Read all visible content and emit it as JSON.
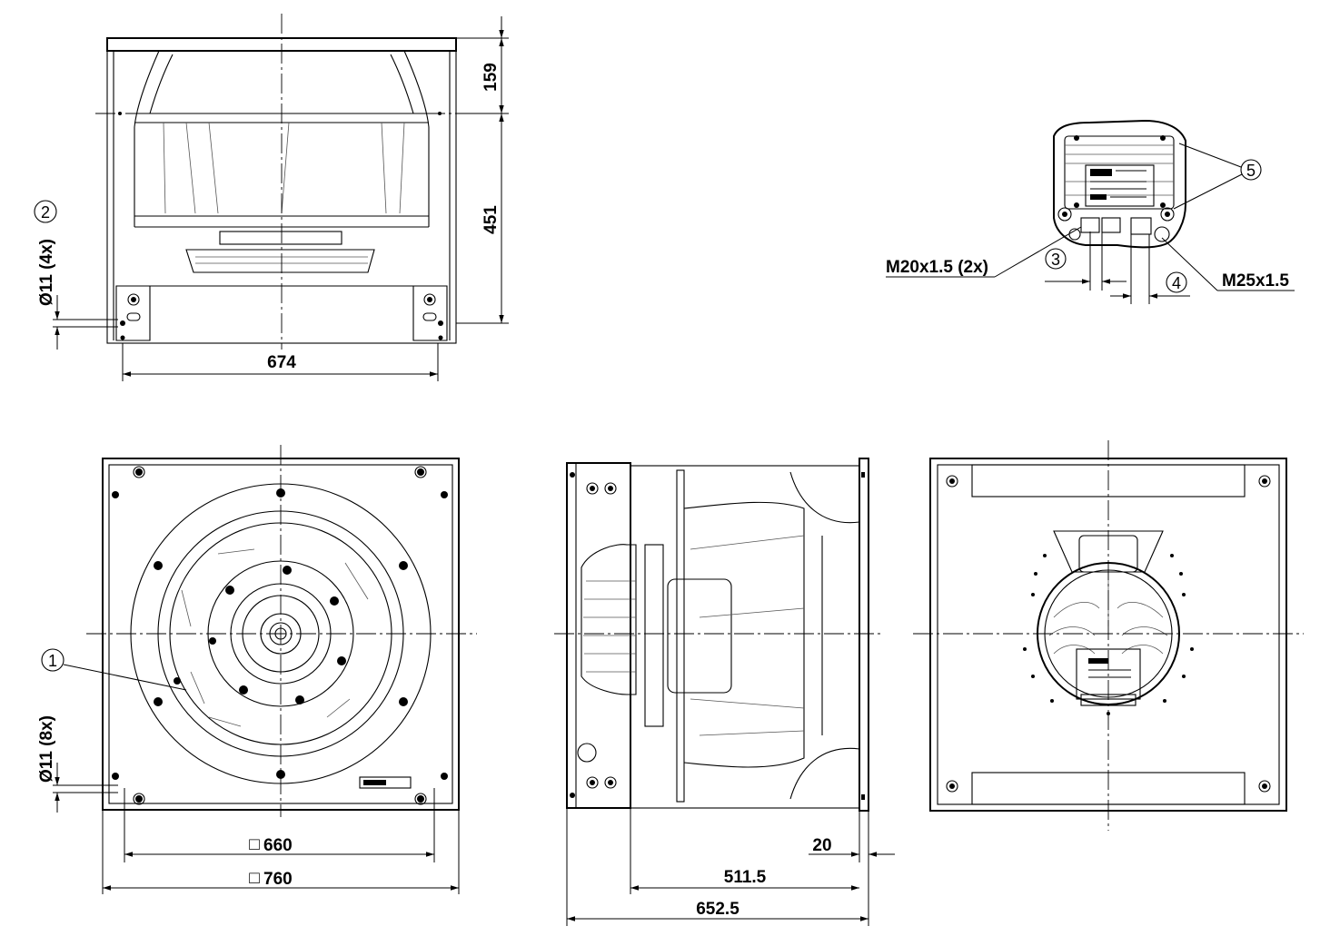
{
  "dimensions": {
    "d159": "159",
    "d451": "451",
    "d674": "674",
    "d660": "660",
    "d760": "760",
    "d20": "20",
    "d511": "511.5",
    "d652": "652.5",
    "hole_4x": "Ø11 (4x)",
    "hole_8x": "Ø11 (8x)",
    "m20": "M20x1.5 (2x)",
    "m25": "M25x1.5"
  },
  "callouts": {
    "c1": "1",
    "c2": "2",
    "c3": "3",
    "c4": "4",
    "c5": "5"
  },
  "symbols": {
    "square": "□"
  }
}
